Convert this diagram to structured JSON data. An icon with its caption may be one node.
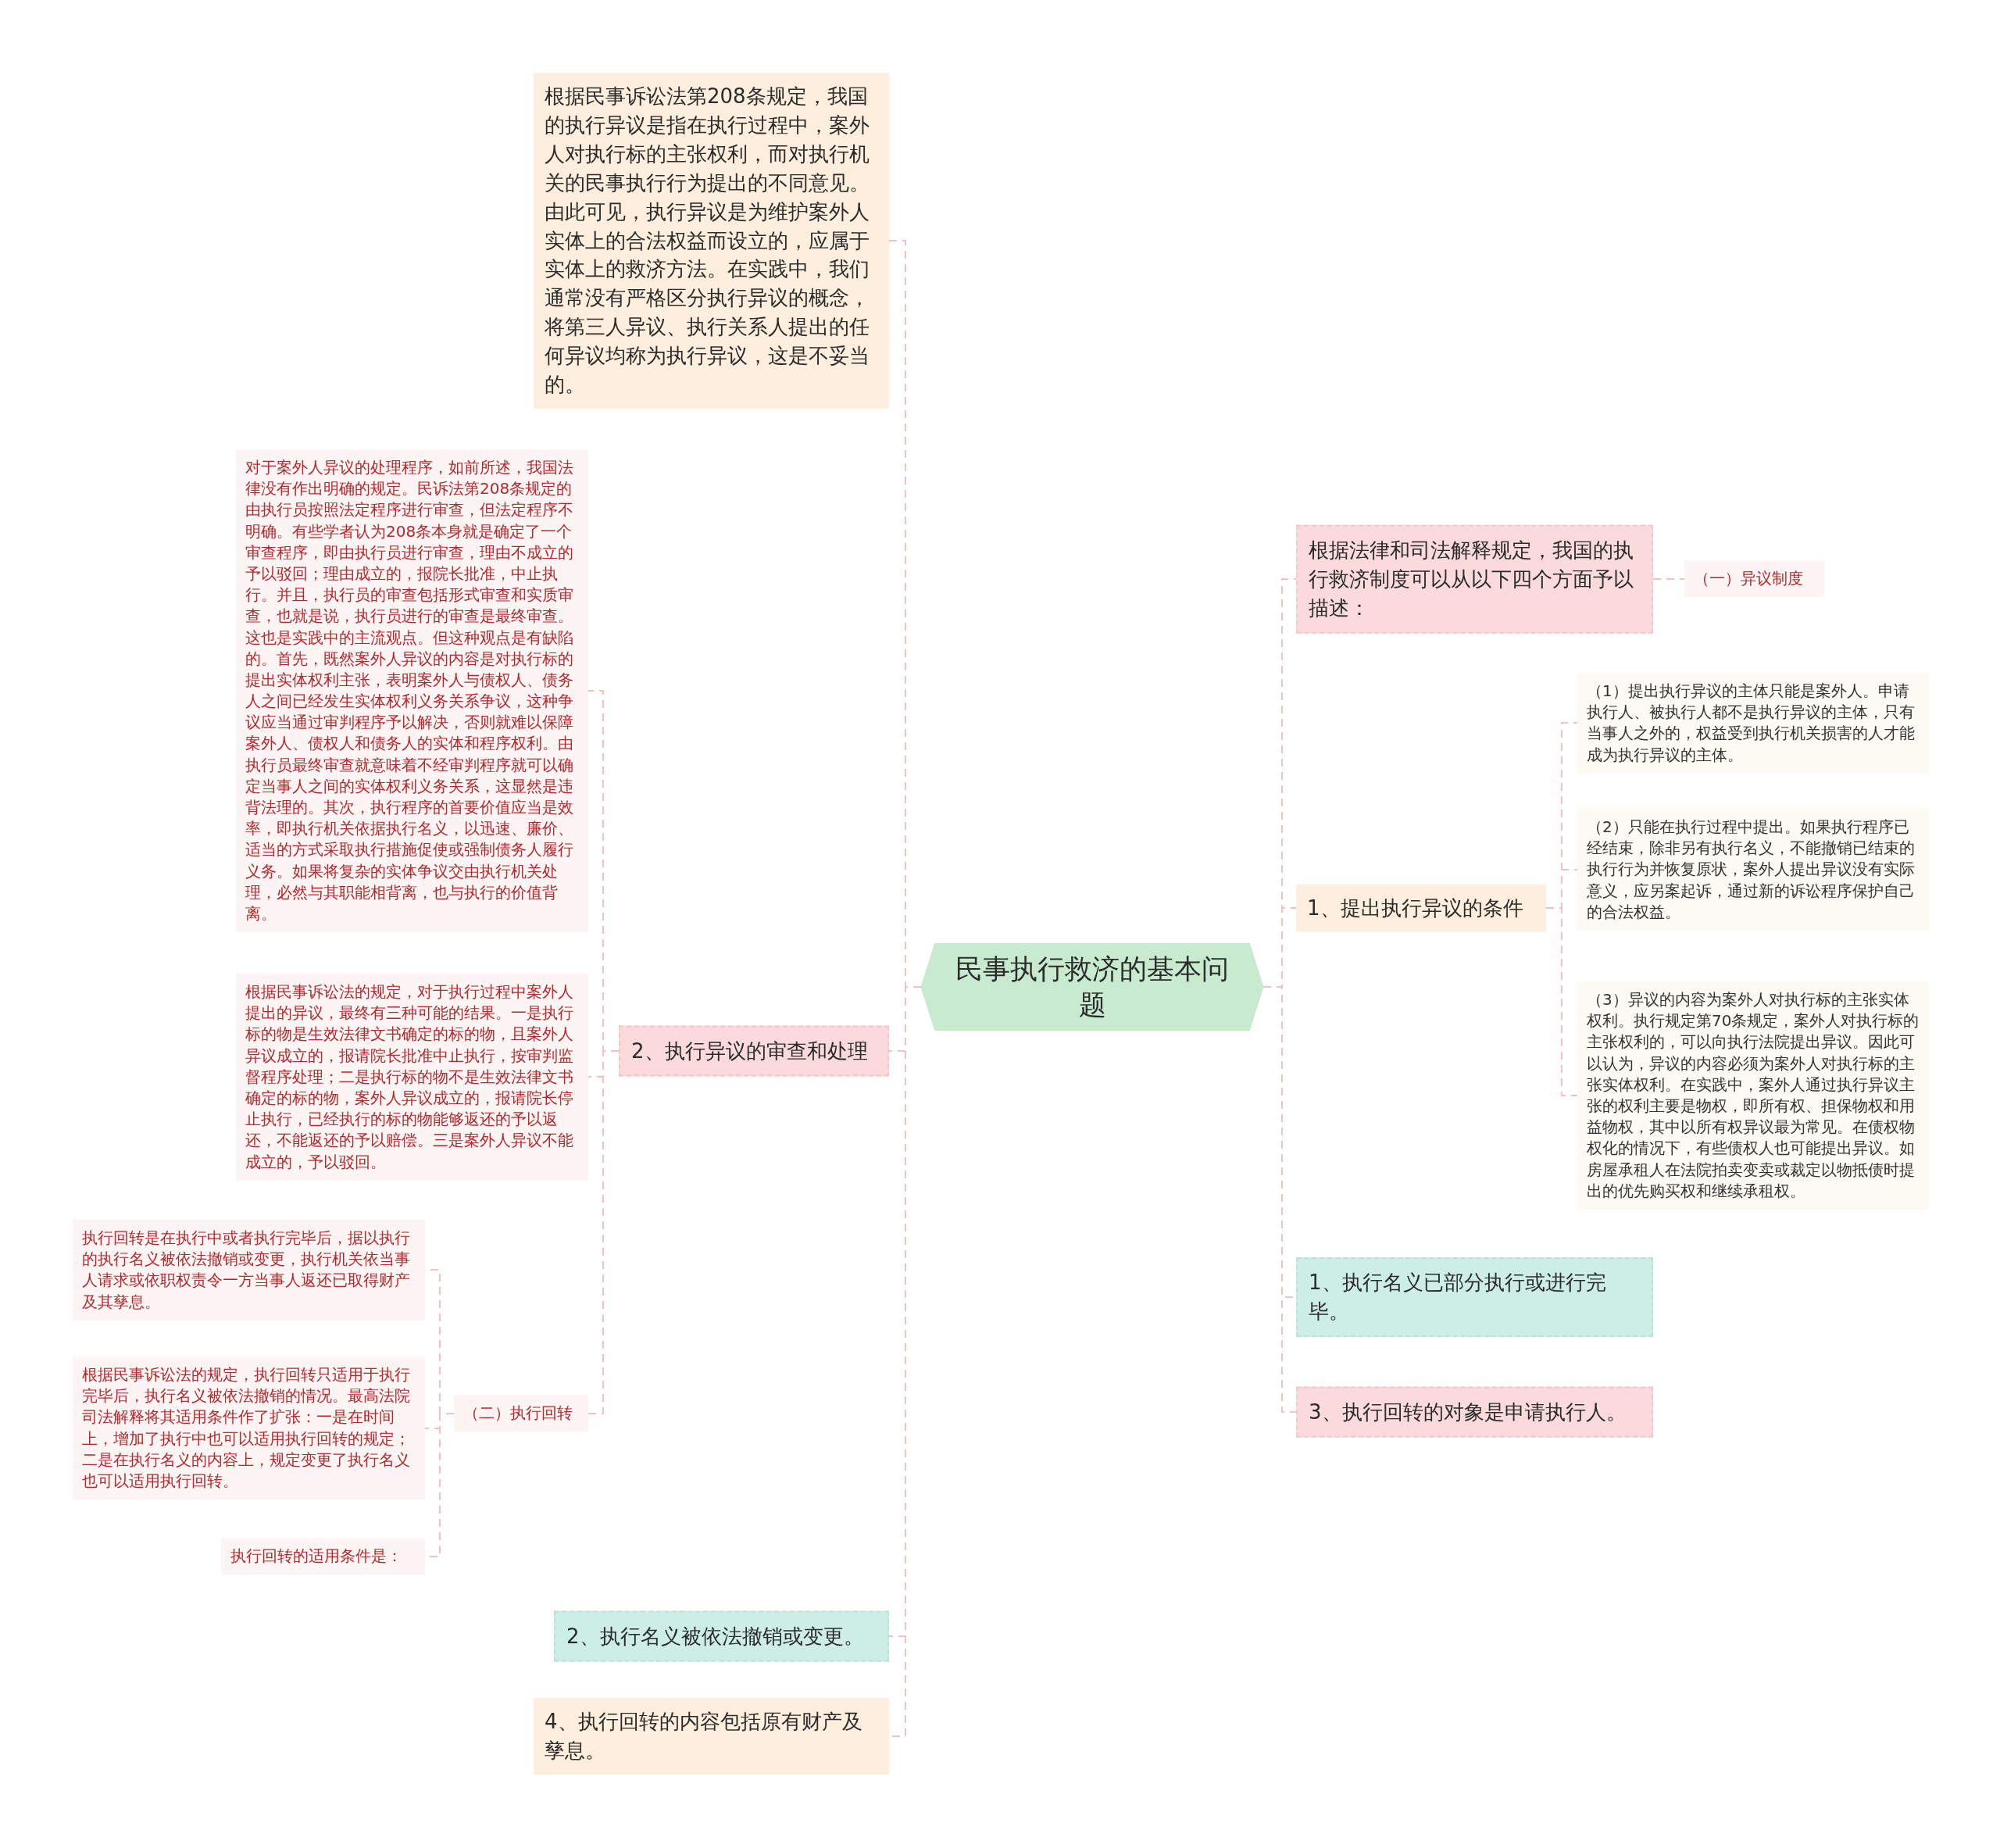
{
  "diagram": {
    "nodes": [
      {
        "text": [
          "民事执行救济的基本问题"
        ]
      },
      {
        "text": [
          "根据民事诉讼法第208条规定，我国的执行异议是指在执行过程中，案外人对执行标的主张权利，而对执行机关的民事执行行为提出的不同意见。由此可见，执行异议是为维护案外人实体上的合法权益而设立的，应属于实体上的救济方法。在实践中，我们通常没有严格区分执行异议的概念，将第三人异议、执行关系人提出的任何异议均称为执行异议，这是不妥当的。"
        ]
      },
      {
        "text": [
          "2、执行异议的审查和处理"
        ]
      },
      {
        "text": [
          "对于案外人异议的处理程序，如前所述，我国法律没有作出明确的规定。民诉法第208条规定的由执行员按照法定程序进行审查，但法定程序不明确。有些学者认为208条本身就是确定了一个审查程序，即由执行员进行审查，理由不成立的予以驳回；理由成立的，报院长批准，中止执行。并且，执行员的审查包括形式审查和实质审查，也就是说，执行员进行的审查是最终审查。这也是实践中的主流观点。但这种观点是有缺陷的。首先，既然案外人异议的内容是对执行标的提出实体权利主张，表明案外人与债权人、债务人之间已经发生实体权利义务关系争议，这种争议应当通过审判程序予以解决，否则就难以保障案外人、债权人和债务人的实体和程序权利。由执行员最终审查就意味着不经审判程序就可以确定当事人之间的实体权利义务关系，这显然是违背法理的。其次，执行程序的首要价值应当是效率，即执行机关依据执行名义，以迅速、廉价、适当的方式采取执行措施促使或强制债务人履行义务。如果将复杂的实体争议交由执行机关处理，必然与其职能相背离，也与执行的价值背离。"
        ]
      },
      {
        "text": [
          "根据民事诉讼法的规定，对于执行过程中案外人提出的异议，最终有三种可能的结果。一是执行标的物是生效法律文书确定的标的物，且案外人异议成立的，报请院长批准中止执行，按审判监督程序处理；二是执行标的物不是生效法律文书确定的标的物，案外人异议成立的，报请院长停止执行，已经执行的标的物能够返还的予以返还，不能返还的予以赔偿。三是案外人异议不能成立的，予以驳回。"
        ]
      },
      {
        "text": [
          "（二）执行回转"
        ]
      },
      {
        "text": [
          "执行回转是在执行中或者执行完毕后，据以执行的执行名义被依法撤销或变更，执行机关依当事人请求或依职权责令一方当事人返还已取得财产及其孳息。"
        ]
      },
      {
        "text": [
          "根据民事诉讼法的规定，执行回转只适用于执行完毕后，执行名义被依法撤销的情况。最高法院司法解释将其适用条件作了扩张：一是在时间上，增加了执行中也可以适用执行回转的规定；二是在执行名义的内容上，规定变更了执行名义也可以适用执行回转。"
        ]
      },
      {
        "text": [
          "执行回转的适用条件是："
        ]
      },
      {
        "text": [
          "2、执行名义被依法撤销或变更。"
        ]
      },
      {
        "text": [
          "4、执行回转的内容包括原有财产及孳息。"
        ]
      },
      {
        "text": [
          "根据法律和司法解释规定，我国的执行救济制度可以从以下四个方面予以描述："
        ]
      },
      {
        "text": [
          "（一）异议制度"
        ]
      },
      {
        "text": [
          "1、提出执行异议的条件"
        ]
      },
      {
        "text": [
          "（1）提出执行异议的主体只能是案外人。申请执行人、被执行人都不是执行异议的主体，只有当事人之外的，权益受到执行机关损害的人才能成为执行异议的主体。"
        ]
      },
      {
        "text": [
          "（2）只能在执行过程中提出。如果执行程序已经结束，除非另有执行名义，不能撤销已结束的执行行为并恢复原状，案外人提出异议没有实际意义，应另案起诉，通过新的诉讼程序保护自己的合法权益。"
        ]
      },
      {
        "text": [
          "（3）异议的内容为案外人对执行标的主张实体权利。执行规定第70条规定，案外人对执行标的主张权利的，可以向执行法院提出异议。因此可以认为，异议的内容必须为案外人对执行标的主张实体权利。在实践中，案外人通过执行异议主张的权利主要是物权，即所有权、担保物权和用益物权，其中以所有权异议最为常见。在债权物权化的情况下，有些债权人也可能提出异议。如房屋承租人在法院拍卖变卖或裁定以物抵债时提出的优先购买权和继续承租权。"
        ]
      },
      {
        "text": [
          "1、执行名义已部分执行或进行完毕。"
        ]
      },
      {
        "text": [
          "3、执行回转的对象是申请执行人。"
        ]
      }
    ],
    "edges": [
      {
        "from": 0,
        "to": 1,
        "arrow": "none"
      },
      {
        "from": 0,
        "to": 2,
        "arrow": "none"
      },
      {
        "from": 2,
        "to": 3,
        "arrow": "none"
      },
      {
        "from": 2,
        "to": 4,
        "arrow": "none"
      },
      {
        "from": 2,
        "to": 5,
        "arrow": "none"
      },
      {
        "from": 5,
        "to": 6,
        "arrow": "none"
      },
      {
        "from": 5,
        "to": 7,
        "arrow": "none"
      },
      {
        "from": 5,
        "to": 8,
        "arrow": "none"
      },
      {
        "from": 0,
        "to": 9,
        "arrow": "none"
      },
      {
        "from": 0,
        "to": 10,
        "arrow": "none"
      },
      {
        "from": 0,
        "to": 11,
        "arrow": "none"
      },
      {
        "from": 11,
        "to": 12,
        "arrow": "none"
      },
      {
        "from": 0,
        "to": 13,
        "arrow": "none"
      },
      {
        "from": 13,
        "to": 14,
        "arrow": "none"
      },
      {
        "from": 13,
        "to": 15,
        "arrow": "none"
      },
      {
        "from": 13,
        "to": 16,
        "arrow": "none"
      },
      {
        "from": 0,
        "to": 17,
        "arrow": "none"
      },
      {
        "from": 0,
        "to": 18,
        "arrow": "none"
      }
    ]
  }
}
